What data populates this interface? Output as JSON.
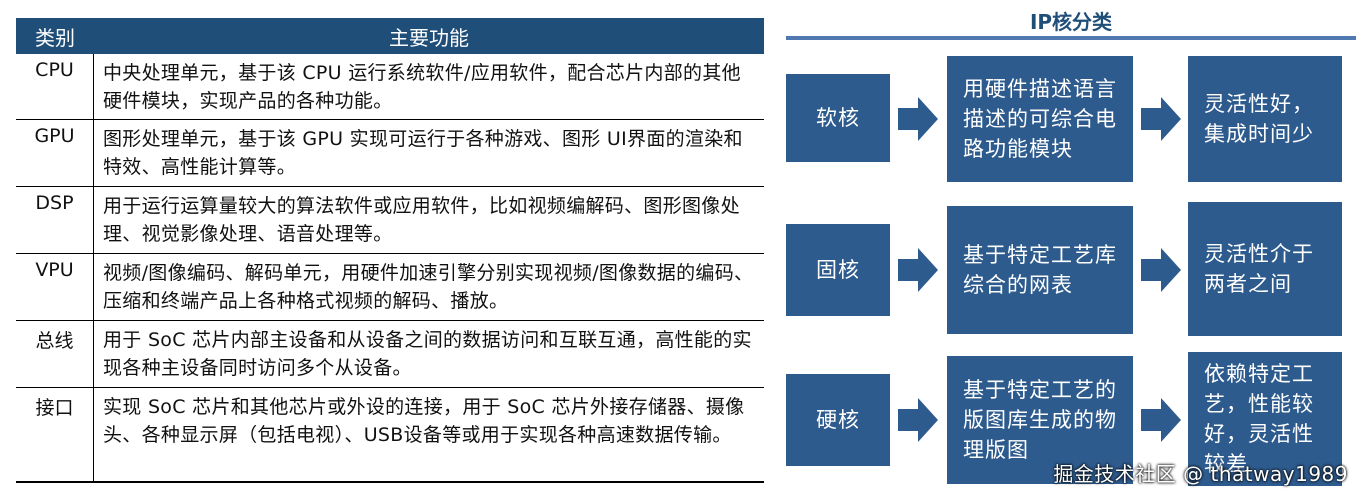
{
  "table": {
    "header": {
      "category": "类别",
      "function": "主要功能"
    },
    "rows": [
      {
        "category": "CPU",
        "function": "中央处理单元，基于该 CPU 运行系统软件/应用软件，配合芯片内部的其他硬件模块，实现产品的各种功能。"
      },
      {
        "category": "GPU",
        "function": "图形处理单元，基于该 GPU 实现可运行于各种游戏、图形 UI界面的渲染和特效、高性能计算等。"
      },
      {
        "category": "DSP",
        "function": "用于运行运算量较大的算法软件或应用软件，比如视频编解码、图形图像处理、视觉影像处理、语音处理等。"
      },
      {
        "category": "VPU",
        "function": "视频/图像编码、解码单元，用硬件加速引擎分别实现视频/图像数据的编码、压缩和终端产品上各种格式视频的解码、播放。"
      },
      {
        "category": "总线",
        "function": "用于 SoC 芯片内部主设备和从设备之间的数据访问和互联互通，高性能的实现各种主设备同时访问多个从设备。"
      },
      {
        "category": "接口",
        "function": "实现 SoC 芯片和其他芯片或外设的连接，用于 SoC 芯片外接存储器、摄像头、各种显示屏（包括电视）、USB设备等或用于实现各种高速数据传输。"
      }
    ]
  },
  "diagram": {
    "title": "IP核分类",
    "rows": [
      {
        "type": "软核",
        "description": "用硬件描述语言描述的可综合电路功能模块",
        "trait": "灵活性好，集成时间少"
      },
      {
        "type": "固核",
        "description": "基于特定工艺库综合的网表",
        "trait": "灵活性介于两者之间"
      },
      {
        "type": "硬核",
        "description": "基于特定工艺的版图库生成的物理版图",
        "trait": "依赖特定工艺，性能较好，灵活性较差"
      }
    ]
  },
  "watermark": "掘金技术社区 @ thatway1989",
  "colors": {
    "header_bg": "#1f4e79",
    "box_bg": "#2e5b8e",
    "arrow": "#2e5b8e",
    "title": "#1f4e79"
  }
}
